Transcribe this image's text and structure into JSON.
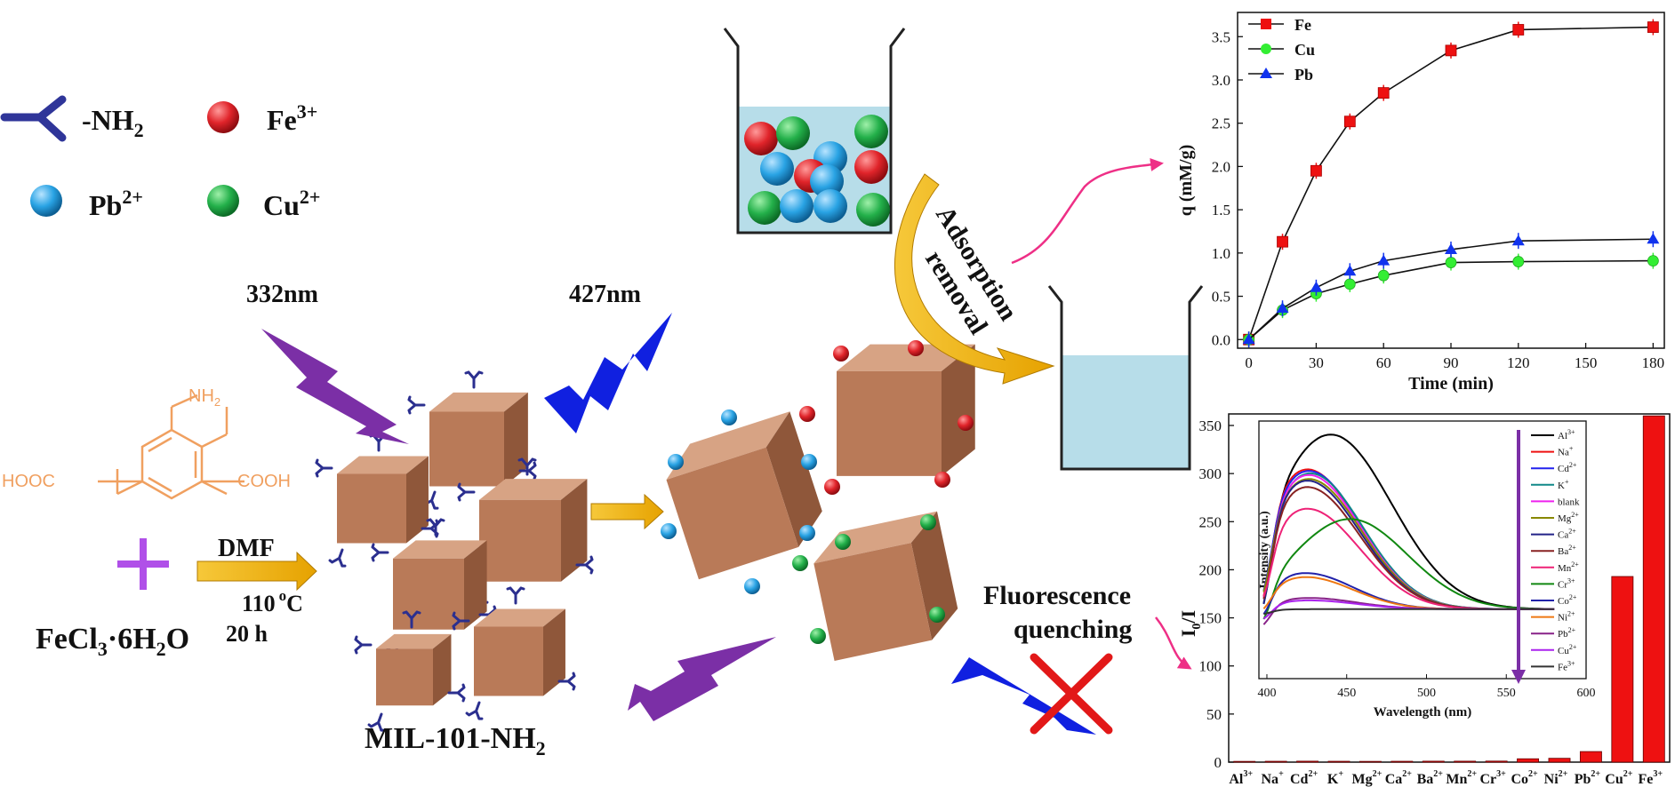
{
  "legend_top_left": {
    "nh2_label": "-NH",
    "nh2_sub": "2",
    "fe_label": "Fe",
    "fe_sup": "3+",
    "pb_label": "Pb",
    "pb_sup": "2+",
    "cu_label": "Cu",
    "cu_sup": "2+",
    "colors": {
      "fe": "#e0242a",
      "pb": "#29a3e4",
      "cu": "#23b04a",
      "linker": "#2b2f8f"
    }
  },
  "synthesis": {
    "ligand_nh2": "NH",
    "ligand_nh2_sub": "2",
    "ligand_left_group": "HOOC",
    "ligand_right_group": "COOH",
    "plus": "+",
    "salt_a": "FeCl",
    "salt_sub3": "3",
    "salt_dot": "·6H",
    "salt_sub2": "2",
    "salt_o": "O",
    "solvent": "DMF",
    "temperature": "110",
    "temperature_unit_sup": "o",
    "temperature_unit": "C",
    "time": "20 h",
    "ligand_color": "#f0a060"
  },
  "framework": {
    "label": "MIL-101-NH",
    "label_sub": "2",
    "cube_color": "#c08060"
  },
  "light": {
    "excitation_label": "332nm",
    "emission_label": "427nm",
    "excitation_color": "#7b2fa6",
    "emission_color": "#1020e0"
  },
  "process": {
    "adsorption_line1": "Adsorption",
    "adsorption_line2": "removal",
    "fluorescence_line1": "Fluorescence",
    "fluorescence_line2": "quenching",
    "cross_color": "#e21818",
    "arrow_color": "#f2b20a",
    "link_arrow_color": "#ee2f86"
  },
  "chart_data": [
    {
      "type": "line",
      "xlabel": "Time (min)",
      "ylabel": "q (mM/g)",
      "x": [
        0,
        15,
        30,
        45,
        60,
        90,
        120,
        180
      ],
      "xticks": [
        0,
        30,
        60,
        90,
        120,
        150,
        180
      ],
      "yticks": [
        "0.0",
        "0.5",
        "1.0",
        "1.5",
        "2.0",
        "2.5",
        "3.0",
        "3.5"
      ],
      "xlim": [
        -5,
        185
      ],
      "ylim": [
        -0.1,
        3.78
      ],
      "legend_position": "top-left",
      "series": [
        {
          "name": "Fe",
          "marker": "square",
          "color": "#ee1111",
          "values": [
            0.0,
            1.13,
            1.95,
            2.52,
            2.85,
            3.34,
            3.58,
            3.61
          ]
        },
        {
          "name": "Cu",
          "marker": "circle",
          "color": "#33ee33",
          "values": [
            0.0,
            0.34,
            0.53,
            0.64,
            0.74,
            0.89,
            0.9,
            0.91
          ]
        },
        {
          "name": "Pb",
          "marker": "triangle",
          "color": "#1133ee",
          "values": [
            0.0,
            0.36,
            0.6,
            0.79,
            0.91,
            1.04,
            1.14,
            1.16
          ]
        }
      ]
    },
    {
      "type": "bar",
      "ylabel_main": "I",
      "ylabel_sub": "0",
      "ylabel_tail": "/I",
      "categories": [
        {
          "b": "Al",
          "s": "3+"
        },
        {
          "b": "Na",
          "s": "+"
        },
        {
          "b": "Cd",
          "s": "2+"
        },
        {
          "b": "K",
          "s": "+"
        },
        {
          "b": "Mg",
          "s": "2+"
        },
        {
          "b": "Ca",
          "s": "2+"
        },
        {
          "b": "Ba",
          "s": "2+"
        },
        {
          "b": "Mn",
          "s": "2+"
        },
        {
          "b": "Cr",
          "s": "3+"
        },
        {
          "b": "Co",
          "s": "2+"
        },
        {
          "b": "Ni",
          "s": "2+"
        },
        {
          "b": "Pb",
          "s": "2+"
        },
        {
          "b": "Cu",
          "s": "2+"
        },
        {
          "b": "Fe",
          "s": "3+"
        }
      ],
      "values": [
        0.8,
        0.9,
        1.0,
        0.9,
        0.8,
        0.9,
        1.0,
        1.0,
        1.1,
        3.5,
        4.0,
        11,
        193,
        360
      ],
      "yticks": [
        0,
        50,
        100,
        150,
        200,
        250,
        300,
        350
      ],
      "ylim": [
        0,
        362
      ],
      "bar_color": "#ee1111"
    },
    {
      "type": "line",
      "xlabel": "Wavelength (nm)",
      "ylabel": "Intensity (a.u.)",
      "xticks": [
        400,
        450,
        500,
        550,
        600
      ],
      "xlim": [
        395,
        600
      ],
      "legend_position": "right",
      "series": [
        {
          "name": "Al",
          "sup": "3+",
          "color": "#000000",
          "peak": 305,
          "center": 440,
          "width": 38
        },
        {
          "name": "Na",
          "sup": "+",
          "color": "#ee1111",
          "peak": 262,
          "center": 425,
          "width": 33
        },
        {
          "name": "Cd",
          "sup": "2+",
          "color": "#2222ee",
          "peak": 260,
          "center": 426,
          "width": 33
        },
        {
          "name": "K",
          "sup": "+",
          "color": "#118888",
          "peak": 257,
          "center": 427,
          "width": 33
        },
        {
          "name": "blank",
          "sup": "",
          "color": "#ee22ee",
          "peak": 255,
          "center": 426,
          "width": 33
        },
        {
          "name": "Mg",
          "sup": "2+",
          "color": "#888800",
          "peak": 250,
          "center": 426,
          "width": 33
        },
        {
          "name": "Ca",
          "sup": "2+",
          "color": "#222288",
          "peak": 248,
          "center": 425,
          "width": 33
        },
        {
          "name": "Ba",
          "sup": "2+",
          "color": "#882222",
          "peak": 240,
          "center": 425,
          "width": 33
        },
        {
          "name": "Mn",
          "sup": "2+",
          "color": "#ee2277",
          "peak": 213,
          "center": 425,
          "width": 33
        },
        {
          "name": "Cr",
          "sup": "3+",
          "color": "#118811",
          "peak": 200,
          "center": 452,
          "width": 36
        },
        {
          "name": "Co",
          "sup": "2+",
          "color": "#2222aa",
          "peak": 133,
          "center": 424,
          "width": 30
        },
        {
          "name": "Ni",
          "sup": "2+",
          "color": "#ee7711",
          "peak": 128,
          "center": 424,
          "width": 30
        },
        {
          "name": "Pb",
          "sup": "2+",
          "color": "#882288",
          "peak": 102,
          "center": 426,
          "width": 30
        },
        {
          "name": "Cu",
          "sup": "2+",
          "color": "#aa22ee",
          "peak": 99,
          "center": 426,
          "width": 30
        },
        {
          "name": "Fe",
          "sup": "3+",
          "color": "#333333",
          "peak": 88,
          "center": 430,
          "width": 30
        }
      ]
    }
  ]
}
